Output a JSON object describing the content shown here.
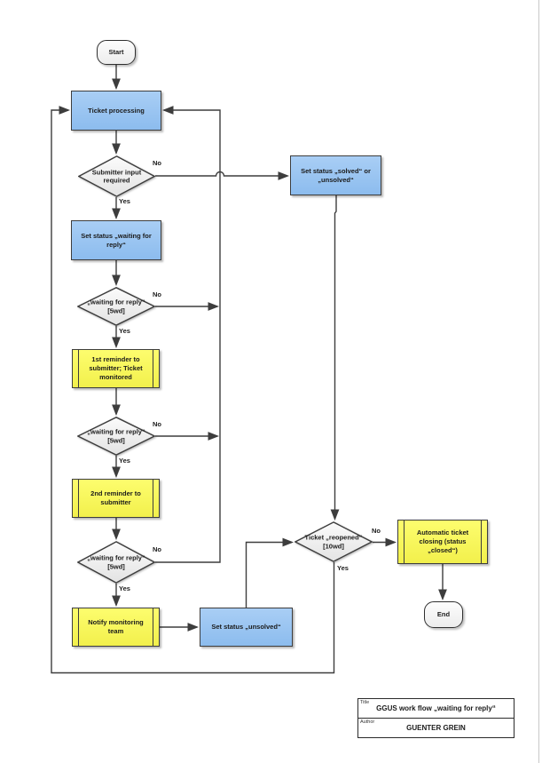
{
  "diagram_type": "flowchart",
  "nodes": {
    "start": "Start",
    "ticket_processing": "Ticket processing",
    "submitter_input": "Submitter input required",
    "set_solved": "Set status „solved“ or „unsolved“",
    "set_waiting": "Set status „waiting for reply“",
    "waiting_1": "„waiting for reply“ [5wd]",
    "reminder_1": "1st reminder to submitter; Ticket monitored",
    "waiting_2": "„waiting for reply“ [5wd]",
    "reminder_2": "2nd reminder to submitter",
    "waiting_3": "„waiting for reply“ [5wd]",
    "notify_team": "Notify monitoring team",
    "set_unsolved": "Set status „unsolved“",
    "reopened": "Ticket „reopened“ [10wd]",
    "auto_close": "Automatic ticket closing (status „closed“)",
    "end": "End"
  },
  "labels": {
    "yes": "Yes",
    "no": "No"
  },
  "title_block": {
    "title_label": "Title",
    "title": "GGUS work flow „waiting for reply“",
    "author_label": "Author",
    "author": "GUENTER GREIN"
  },
  "colors": {
    "process_blue": "#9cc3ef",
    "task_yellow": "#fbf955",
    "decision_gray": "#efefef",
    "shape_border": "#3d3d3d",
    "connector": "#3d3d3d",
    "page_border": "#c8c8c8"
  }
}
